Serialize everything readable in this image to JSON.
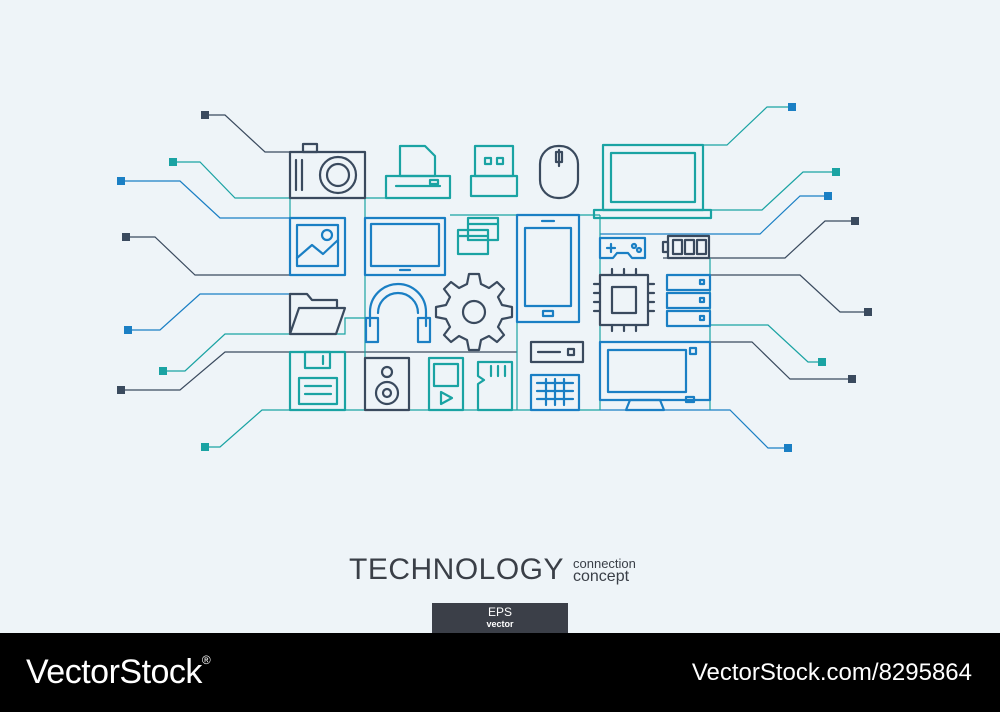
{
  "title": {
    "main": "TECHNOLOGY",
    "sub_line1": "connection",
    "sub_line2": "concept"
  },
  "badge": {
    "line1": "EPS",
    "line2": "vector"
  },
  "footer": {
    "brand": "VectorStock",
    "registered": "®",
    "image_id": "VectorStock.com/8295864"
  },
  "colors": {
    "background": "#eef4f8",
    "dark_line": "#3a4a5e",
    "teal_line": "#1aa3a3",
    "blue_line": "#1a7fc4",
    "footer_bg": "#000000",
    "badge_bg": "#3b3f48"
  },
  "icons": [
    "camera-icon",
    "printer-icon",
    "usb-drive-icon",
    "mouse-icon",
    "laptop-icon",
    "image-icon",
    "tablet-icon",
    "windows-icon",
    "smartphone-icon",
    "gamepad-icon",
    "battery-icon",
    "settings-gear-icon",
    "headphones-icon",
    "cpu-chip-icon",
    "server-rack-icon",
    "folder-icon",
    "floppy-disk-icon",
    "speaker-icon",
    "media-player-icon",
    "sd-card-icon",
    "dvd-drive-icon",
    "keyboard-icon",
    "desktop-computer-icon"
  ]
}
